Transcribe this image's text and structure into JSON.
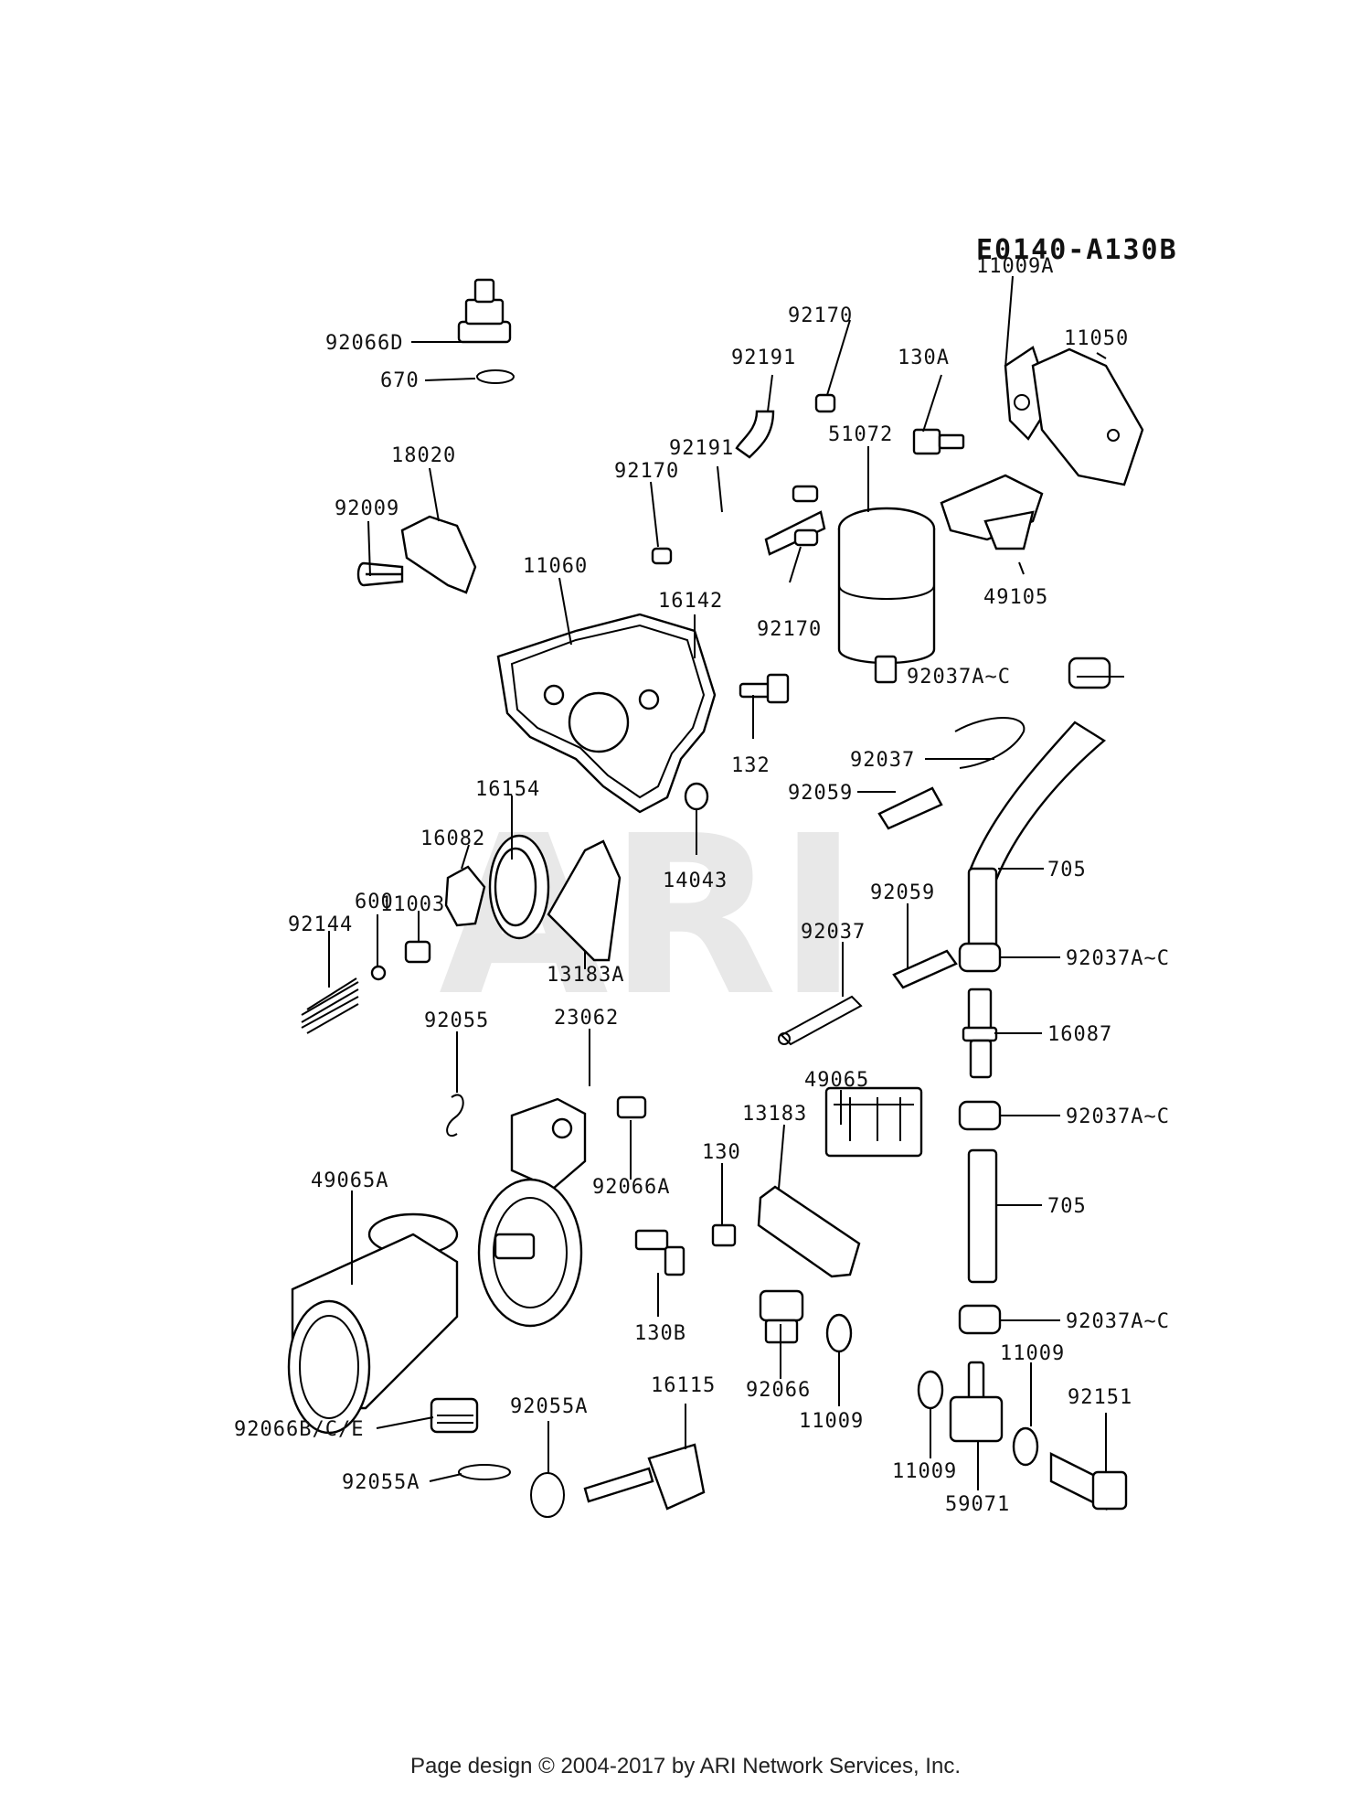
{
  "diagram_code": "E0140-A130B",
  "watermark": "ARI",
  "footer": "Page design © 2004-2017 by ARI Network Services, Inc.",
  "labels": {
    "l92066D": "92066D",
    "l670": "670",
    "l18020": "18020",
    "l92009": "92009",
    "l11060": "11060",
    "l16142": "16142",
    "l92170a": "92170",
    "l92191a": "92191",
    "l92191b": "92191",
    "l92170b": "92170",
    "l92170c": "92170",
    "l51072": "51072",
    "l130A": "130A",
    "l11009A": "11009A",
    "l11050": "11050",
    "l49105": "49105",
    "l92037Ca": "92037A~C",
    "l132": "132",
    "l92037a": "92037",
    "l92059a": "92059",
    "l14043": "14043",
    "l16154": "16154",
    "l16082": "16082",
    "l11003": "11003",
    "l600": "600",
    "l92144": "92144",
    "l13183A": "13183A",
    "l705a": "705",
    "l92059b": "92059",
    "l92037b": "92037",
    "l92037Cb": "92037A~C",
    "l16087": "16087",
    "l92055": "92055",
    "l23062": "23062",
    "l49065": "49065",
    "l13183": "13183",
    "l92037Cc": "92037A~C",
    "l130": "130",
    "l92066A": "92066A",
    "l49065A": "49065A",
    "l705b": "705",
    "l130B": "130B",
    "l92037Cd": "92037A~C",
    "l11009a": "11009",
    "l92151": "92151",
    "l16115": "16115",
    "l92066": "92066",
    "l11009b": "11009",
    "l92066BCE": "92066B/C/E",
    "l92055Aa": "92055A",
    "l92055Ab": "92055A",
    "l11009c": "11009",
    "l59071": "59071"
  }
}
